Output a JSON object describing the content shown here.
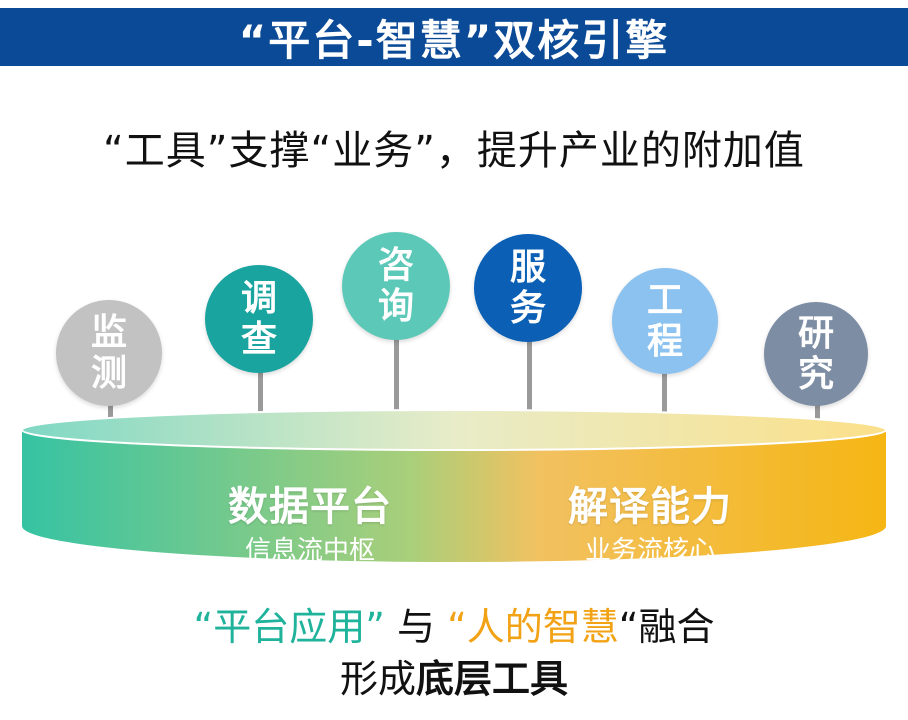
{
  "header": {
    "title": "“平台-智慧”双核引擎"
  },
  "subtitle": "“工具”支撑“业务”，提升产业的附加值",
  "bubbles": [
    {
      "line1": "监",
      "line2": "测",
      "color": "#c2c2c2"
    },
    {
      "line1": "调",
      "line2": "查",
      "color": "#19a4a0"
    },
    {
      "line1": "咨",
      "line2": "询",
      "color": "#5cc8b7"
    },
    {
      "line1": "服",
      "line2": "务",
      "color": "#0b5fb4"
    },
    {
      "line1": "工",
      "line2": "程",
      "color": "#8bc2f0"
    },
    {
      "line1": "研",
      "line2": "究",
      "color": "#7d8da4"
    }
  ],
  "platform": {
    "left_main": "数据平台",
    "left_sub": "信息流中枢",
    "right_main": "解译能力",
    "right_sub": "业务流核心",
    "color_left": "#36c3a3",
    "color_right": "#f5b614"
  },
  "caption": {
    "q1": "“",
    "part1": "平台应用",
    "q2": "”",
    "mid": "与",
    "q3": "“",
    "part2": "人的智慧",
    "q4": "“",
    "end": "融合",
    "line2_prefix": "形成",
    "line2_bold": "底层工具"
  }
}
